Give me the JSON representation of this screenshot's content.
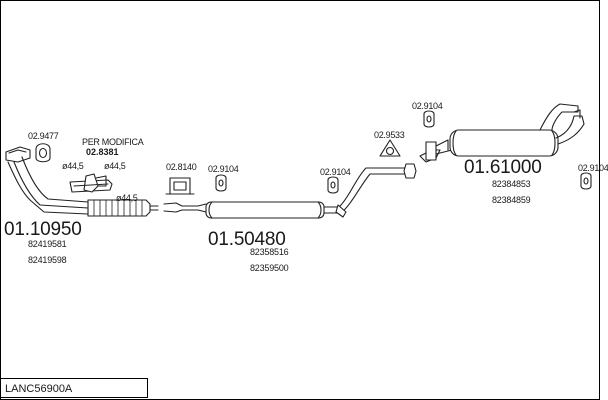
{
  "diagram_id": "LANC56900A",
  "parts": [
    {
      "code": "01.10950",
      "oe": [
        "82419581",
        "82419598"
      ]
    },
    {
      "code": "01.50480",
      "oe": [
        "82358516",
        "82359500"
      ]
    },
    {
      "code": "01.61000",
      "oe": [
        "82384853",
        "82384859"
      ]
    }
  ],
  "accessories": {
    "gasket_front": "02.9477",
    "clamp_note": "PER MODIFICA",
    "clamp_code": "02.8381",
    "dia_1": "ø44,5",
    "dia_2": "ø44,5",
    "dia_3": "ø44,5",
    "hanger_a": "02.8140",
    "rubber_a": "02.9104",
    "rubber_b": "02.9104",
    "flange_gasket": "02.9533",
    "rubber_c": "02.9104",
    "rubber_d": "02.9104"
  }
}
